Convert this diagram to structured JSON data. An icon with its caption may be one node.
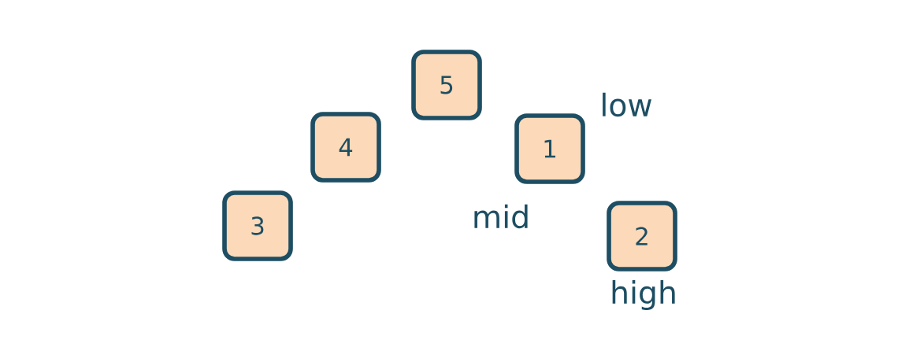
{
  "diagram": {
    "nodes": [
      {
        "text": [
          "3"
        ]
      },
      {
        "text": [
          "4"
        ]
      },
      {
        "text": [
          "5"
        ]
      },
      {
        "text": [
          "1"
        ]
      },
      {
        "text": [
          "2"
        ]
      }
    ],
    "labels": [
      "low",
      "mid",
      "high"
    ]
  }
}
